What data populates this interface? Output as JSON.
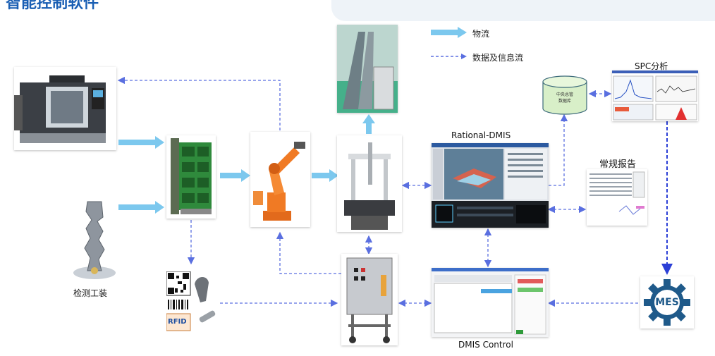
{
  "page": {
    "title": "智能控制软件"
  },
  "legend": {
    "material_flow": "物流",
    "data_flow": "数据及信息流"
  },
  "labels": {
    "fixture": "检测工装",
    "rational_dmis": "Rational-DMIS",
    "spc": "SPC分析",
    "report": "常规报告",
    "dmis_control": "DMIS Control",
    "database_line1": "中央总管",
    "database_line2": "数据库",
    "mes": "MES",
    "rfid": "RFID"
  },
  "colors": {
    "material_arrow": "#7cc8ee",
    "data_arrow": "#5a6fe0",
    "mes_arrow": "#2b3fd6",
    "mes_gear": "#1f5a8a",
    "database": "#d8efc8"
  }
}
